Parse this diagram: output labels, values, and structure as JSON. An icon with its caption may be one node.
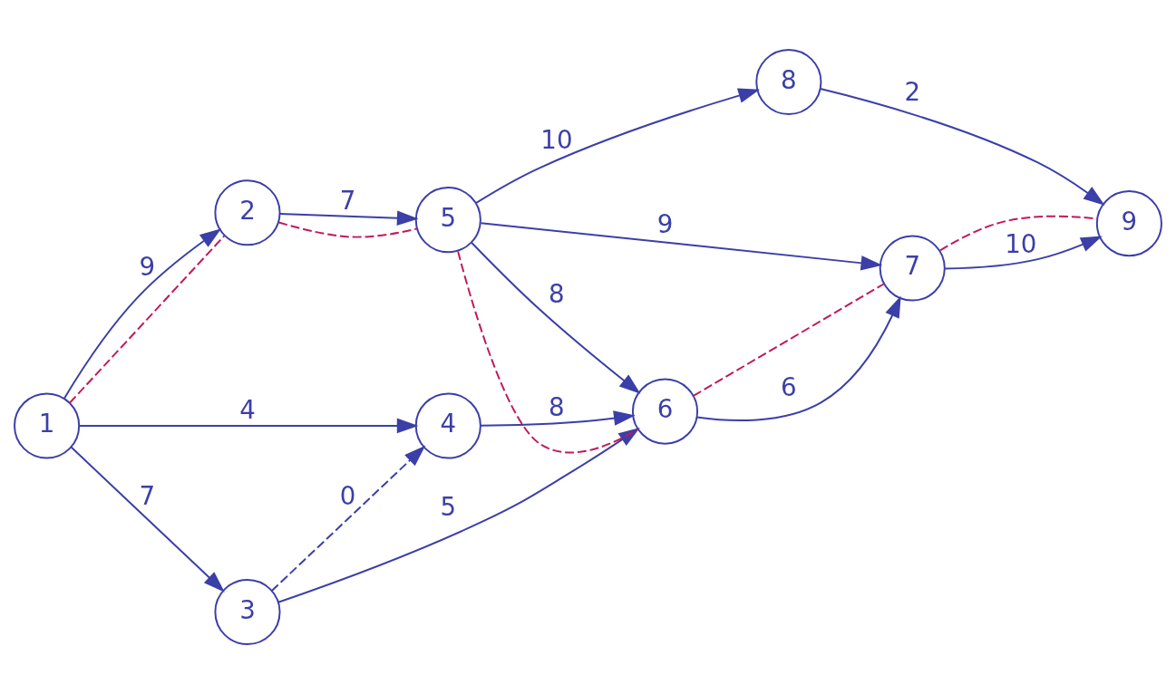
{
  "diagram": {
    "nodes": [
      {
        "text": [
          "1"
        ]
      },
      {
        "text": [
          "2"
        ]
      },
      {
        "text": [
          "3"
        ]
      },
      {
        "text": [
          "4"
        ]
      },
      {
        "text": [
          "5"
        ]
      },
      {
        "text": [
          "6"
        ]
      },
      {
        "text": [
          "7"
        ]
      },
      {
        "text": [
          "8"
        ]
      },
      {
        "text": [
          "9"
        ]
      }
    ],
    "edges": [
      {
        "from": 0,
        "to": 1,
        "arrow": "to",
        "label": "9"
      },
      {
        "from": 0,
        "to": 3,
        "arrow": "to",
        "label": "4"
      },
      {
        "from": 0,
        "to": 2,
        "arrow": "to",
        "label": "7"
      },
      {
        "from": 2,
        "to": 3,
        "arrow": "to",
        "label": "0",
        "style": "dashed"
      },
      {
        "from": 2,
        "to": 5,
        "arrow": "to",
        "label": "5"
      },
      {
        "from": 3,
        "to": 5,
        "arrow": "to",
        "label": "8"
      },
      {
        "from": 1,
        "to": 4,
        "arrow": "to",
        "label": "7"
      },
      {
        "from": 4,
        "to": 7,
        "arrow": "to",
        "label": "10"
      },
      {
        "from": 4,
        "to": 5,
        "arrow": "to",
        "label": "8"
      },
      {
        "from": 4,
        "to": 6,
        "arrow": "to",
        "label": "9"
      },
      {
        "from": 5,
        "to": 6,
        "arrow": "to",
        "label": "6"
      },
      {
        "from": 6,
        "to": 8,
        "arrow": "to",
        "label": "10"
      },
      {
        "from": 7,
        "to": 8,
        "arrow": "to",
        "label": "2"
      },
      {
        "from": 0,
        "to": 1,
        "arrow": "none",
        "style": "dashed",
        "color": "#c2185b"
      },
      {
        "from": 1,
        "to": 4,
        "arrow": "none",
        "style": "dashed",
        "color": "#c2185b"
      },
      {
        "from": 4,
        "to": 5,
        "arrow": "none",
        "style": "dashed",
        "color": "#c2185b"
      },
      {
        "from": 5,
        "to": 6,
        "arrow": "none",
        "style": "dashed",
        "color": "#c2185b"
      },
      {
        "from": 6,
        "to": 8,
        "arrow": "none",
        "style": "dashed",
        "color": "#c2185b"
      }
    ]
  }
}
